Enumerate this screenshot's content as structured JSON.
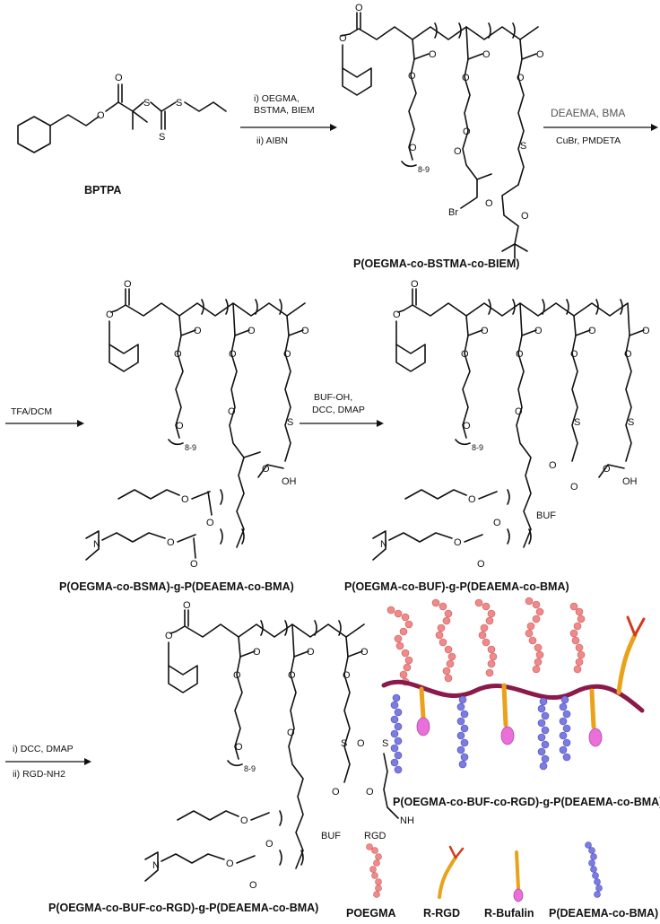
{
  "compounds": {
    "bptpa": "BPTPA",
    "polymer1": "P(OEGMA-co-BSTMA-co-BIEM)",
    "polymer2": "P(OEGMA-co-BSMA)-g-P(DEAEMA-co-BMA)",
    "polymer3": "P(OEGMA-co-BUF)-g-P(DEAEMA-co-BMA)",
    "polymer4": "P(OEGMA-co-BUF-co-RGD)-g-P(DEAEMA-co-BMA)",
    "polymer4_cartoon": "P(OEGMA-co-BUF-co-RGD)-g-P(DEAEMA-co-BMA)"
  },
  "conditions": {
    "step1_line1": "i) OEGMA,",
    "step1_line2": "BSTMA, BIEM",
    "step1_line3": "ii) AIBN",
    "step2_line1": "DEAEMA, BMA",
    "step2_line2": "CuBr, PMDETA",
    "step3_line1": "TFA/DCM",
    "step4_line1": "BUF-OH,",
    "step4_line2": "DCC, DMAP",
    "step5_line1": "i) DCC, DMAP",
    "step5_line2": "ii) RGD-NH2"
  },
  "atoms": {
    "oxygen": "O",
    "sulfur": "S",
    "bromine": "Br",
    "nitrogen": "N",
    "hydroxyl": "OH",
    "amide_nh": "NH",
    "buf": "BUF",
    "rgd": "RGD",
    "repeat_8_9": "8-9"
  },
  "legend": {
    "poegma": "POEGMA",
    "r_rgd": "R-RGD",
    "r_bufalin": "R-Bufalin",
    "pdeaema_bma": "P(DEAEMA-co-BMA)"
  },
  "colors": {
    "poegma_bead": "#f08a8a",
    "pdeaema_bead": "#7b7be6",
    "backbone": "#8b1a4a",
    "bufalin_tail": "#e9a21a",
    "bufalin_head": "#ea6fd8",
    "rgd_fork": "#d23a1a"
  }
}
